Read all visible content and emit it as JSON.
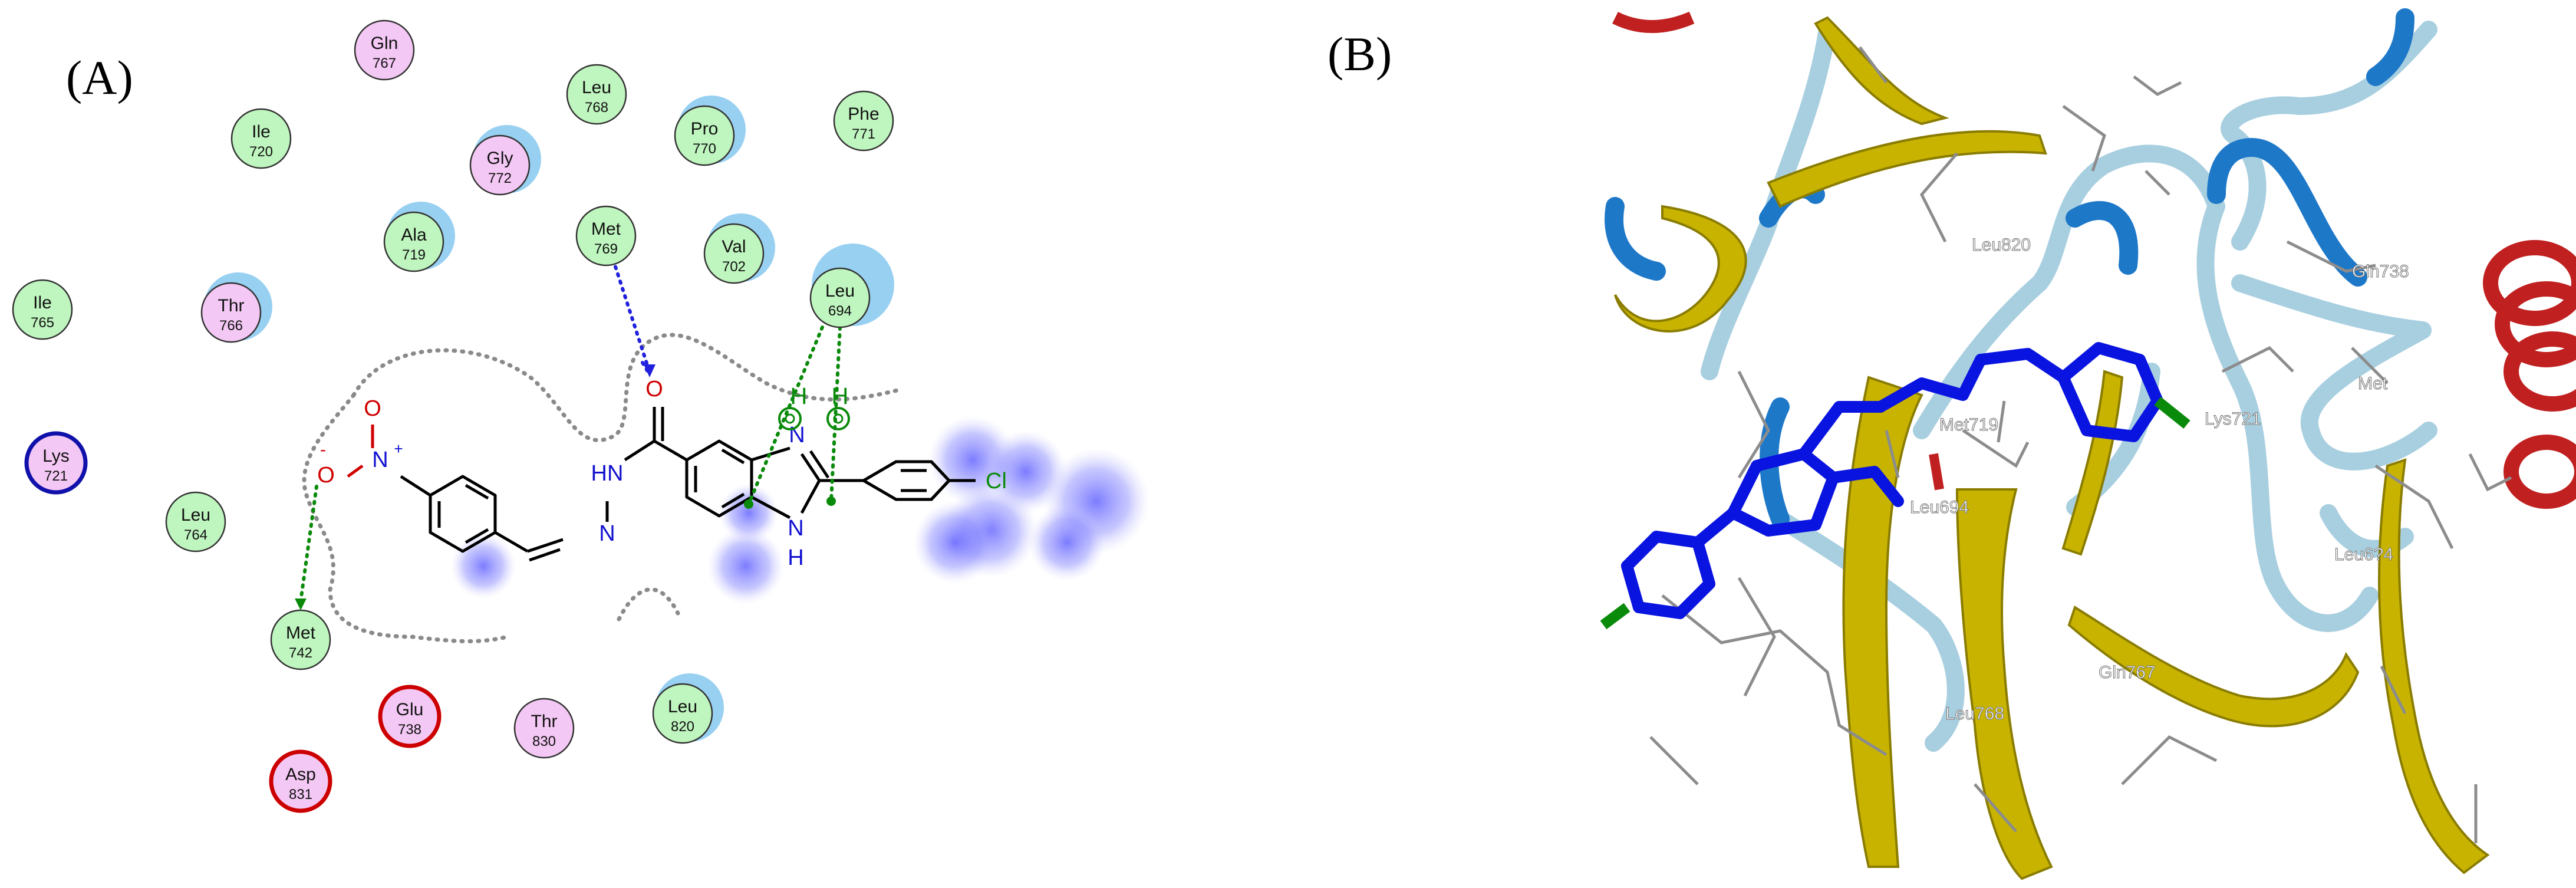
{
  "panels": {
    "a_label": "(A)",
    "b_label": "(B)"
  },
  "residues_2d": [
    {
      "id": "gln767",
      "name": "Gln",
      "num": "767",
      "type": "polar"
    },
    {
      "id": "ile720",
      "name": "Ile",
      "num": "720",
      "type": "hydrophobic"
    },
    {
      "id": "leu768",
      "name": "Leu",
      "num": "768",
      "type": "hydrophobic"
    },
    {
      "id": "gly772",
      "name": "Gly",
      "num": "772",
      "type": "polar"
    },
    {
      "id": "pro770",
      "name": "Pro",
      "num": "770",
      "type": "hydrophobic"
    },
    {
      "id": "phe771",
      "name": "Phe",
      "num": "771",
      "type": "hydrophobic"
    },
    {
      "id": "ala719",
      "name": "Ala",
      "num": "719",
      "type": "hydrophobic"
    },
    {
      "id": "met769",
      "name": "Met",
      "num": "769",
      "type": "hydrophobic"
    },
    {
      "id": "val702",
      "name": "Val",
      "num": "702",
      "type": "hydrophobic"
    },
    {
      "id": "leu694",
      "name": "Leu",
      "num": "694",
      "type": "hydrophobic"
    },
    {
      "id": "ile765",
      "name": "Ile",
      "num": "765",
      "type": "hydrophobic"
    },
    {
      "id": "thr766",
      "name": "Thr",
      "num": "766",
      "type": "polar"
    },
    {
      "id": "lys721",
      "name": "Lys",
      "num": "721",
      "type": "basic"
    },
    {
      "id": "leu764",
      "name": "Leu",
      "num": "764",
      "type": "hydrophobic"
    },
    {
      "id": "met742",
      "name": "Met",
      "num": "742",
      "type": "hydrophobic"
    },
    {
      "id": "glu738",
      "name": "Glu",
      "num": "738",
      "type": "acidic"
    },
    {
      "id": "thr830",
      "name": "Thr",
      "num": "830",
      "type": "polar"
    },
    {
      "id": "leu820",
      "name": "Leu",
      "num": "820",
      "type": "hydrophobic"
    },
    {
      "id": "asp831",
      "name": "Asp",
      "num": "831",
      "type": "acidic"
    }
  ],
  "ligand_atoms": {
    "o_carbonyl": "O",
    "hn": "HN",
    "n_hydrazone": "N",
    "nitro_n": "N",
    "nitro_plus": "+",
    "nitro_o_top": "O",
    "nitro_o_minus": "O",
    "minus": "-",
    "imid_n": "N",
    "imid_nh": "N",
    "imid_h": "H",
    "cl": "Cl",
    "h_pi": "H"
  },
  "residues_3d": [
    {
      "id": "leu820",
      "label": "Leu820"
    },
    {
      "id": "gln738",
      "label": "Gln738"
    },
    {
      "id": "met",
      "label": "Met"
    },
    {
      "id": "met719",
      "label": "Met719"
    },
    {
      "id": "lys721",
      "label": "Lys721"
    },
    {
      "id": "leu694",
      "label": "Leu694"
    },
    {
      "id": "leu6x4",
      "label": "Leu6?4"
    },
    {
      "id": "gln767",
      "label": "Gln767"
    },
    {
      "id": "leu768",
      "label": "Leu768"
    }
  ],
  "colors": {
    "hydrophobic_fill": "#bff5bf",
    "polar_fill": "#f4c8f4",
    "acidic_ring": "#cc0000",
    "basic_ring": "#1010aa",
    "hbond_green": "#0a8a0a",
    "hbond_blue": "#2020dd",
    "ligand_blue": "#0a14e0",
    "helix_yellow": "#c8b400",
    "coil_lightblue": "#a8cfe0",
    "coil_blue": "#1e78c8",
    "helix_red": "#c02020"
  }
}
